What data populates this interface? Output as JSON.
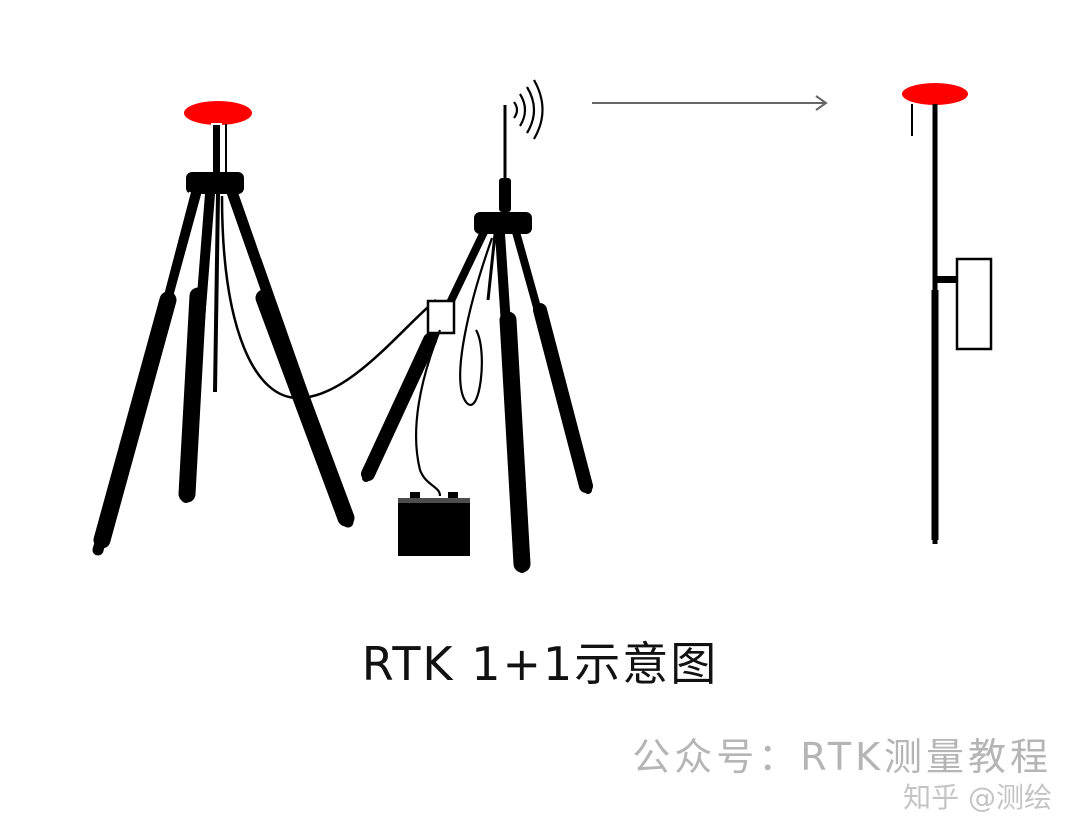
{
  "caption": "RTK 1+1示意图",
  "watermark_account": "公众号：RTK测量教程",
  "watermark_site": "知乎 @测绘",
  "colors": {
    "antenna": "#ff0000",
    "ink": "#000000",
    "arrow": "#666666",
    "watermark": "#b5b5b5"
  },
  "icons": [
    "gnss-antenna",
    "tripod",
    "radio-antenna",
    "radio-waves",
    "battery",
    "rover-pole",
    "data-collector",
    "arrow-right"
  ]
}
